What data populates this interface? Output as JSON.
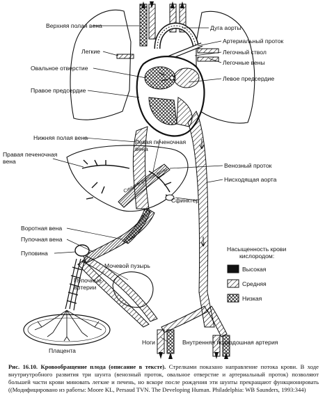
{
  "labels": {
    "svc": "Верхняя полая вена",
    "arch": "Дуга аорты",
    "duct_art": "Артериальный проток",
    "lungs": "Легкие",
    "trunk": "Легочный ствол",
    "pulm_veins": "Легочные вены",
    "foramen": "Овальное отверстие",
    "left_atrium": "Левое предсердие",
    "right_atrium": "Правое предсердие",
    "ivc": "Нижняя полая вена",
    "left_hep_1": "Левая печеночная",
    "left_hep_2": "вена",
    "right_hep_1": "Правая печеночная",
    "right_hep_2": "вена",
    "venous_duct": "Венозный проток",
    "desc_aorta": "Нисходящая аорта",
    "sphincter": "Сфинктер",
    "portal": "Воротная вена",
    "umb_vein": "Пупочная вена",
    "umbilicus": "Пуповина",
    "bladder": "Мочевой пузырь",
    "umb_art_1": "Пупочные",
    "umb_art_2": "артерии",
    "placenta": "Плацента",
    "legs": "Ноги",
    "int_iliac": "Внутренняя подвздошная артерия",
    "sinus": "Синус воротной вены"
  },
  "legend": {
    "title_1": "Насыщенность крови",
    "title_2": "кислородом:",
    "items": [
      {
        "label": "Высокая",
        "pattern": "black"
      },
      {
        "label": "Средняя",
        "pattern": "hatch-sparse"
      },
      {
        "label": "Низкая",
        "pattern": "hatch-cross"
      }
    ]
  },
  "caption": {
    "bold": "Рис. 16.10. Кровообращение плода (описание в тексте).",
    "text": "Стрелками показано направление потока крови. В ходе внутриутробного развития три шунта (венозный проток, овальное отверстие и артериальный проток) позволяют большей части крови миновать легкие и печень, но вскоре после рождения эти шунты прекращают функционировать ((Модифицировано из работы: Moore KL, Persaud TVN. The Developing Human. Philadelphia: WB Saunders, 1993:344)"
  },
  "colors": {
    "ink": "#111111",
    "paper": "#ffffff"
  }
}
